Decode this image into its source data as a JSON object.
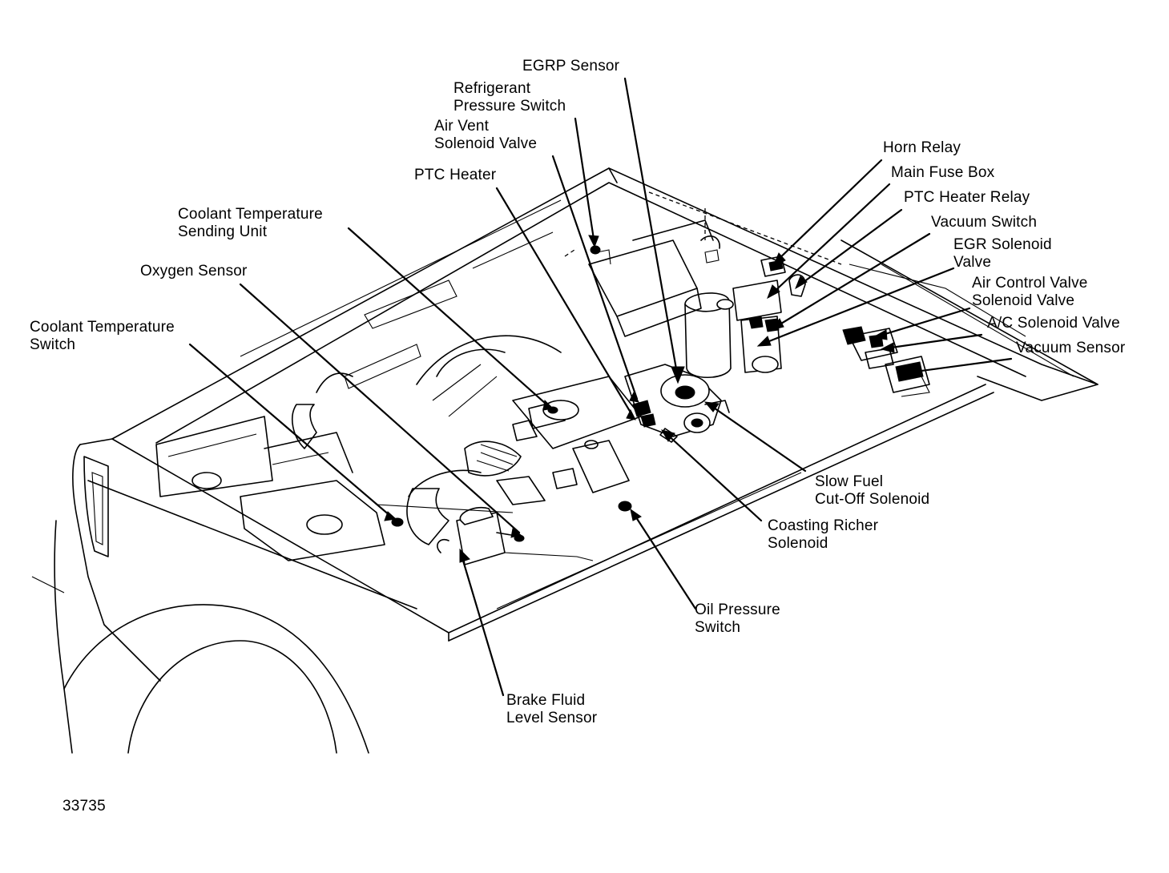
{
  "figure_id": "33735",
  "labels": {
    "egrp_sensor": "EGRP Sensor",
    "refrigerant_pressure_switch": [
      "Refrigerant",
      "Pressure Switch"
    ],
    "air_vent_solenoid_valve": [
      "Air Vent",
      "Solenoid Valve"
    ],
    "ptc_heater": "PTC Heater",
    "coolant_temperature_sending_unit": [
      "Coolant Temperature",
      "Sending Unit"
    ],
    "oxygen_sensor": "Oxygen Sensor",
    "coolant_temperature_switch": [
      "Coolant Temperature",
      "Switch"
    ],
    "horn_relay": "Horn Relay",
    "main_fuse_box": "Main Fuse Box",
    "ptc_heater_relay": "PTC Heater Relay",
    "vacuum_switch": "Vacuum Switch",
    "egr_solenoid_valve": [
      "EGR Solenoid",
      "Valve"
    ],
    "air_control_valve_solenoid_valve": [
      "Air Control Valve",
      "Solenoid Valve"
    ],
    "ac_solenoid_valve": "A/C Solenoid Valve",
    "vacuum_sensor": "Vacuum Sensor",
    "slow_fuel_cutoff_solenoid": [
      "Slow Fuel",
      "Cut-Off Solenoid"
    ],
    "coasting_richer_solenoid": [
      "Coasting Richer",
      "Solenoid"
    ],
    "oil_pressure_switch": [
      "Oil Pressure",
      "Switch"
    ],
    "brake_fluid_level_sensor": [
      "Brake Fluid",
      "Level Sensor"
    ]
  }
}
